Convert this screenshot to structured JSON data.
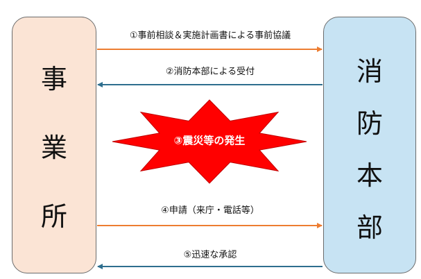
{
  "entities": {
    "office_chars": [
      "事",
      "業",
      "所"
    ],
    "fire_dept_chars": [
      "消",
      "防",
      "本",
      "部"
    ]
  },
  "steps": [
    {
      "label": "①事前相談＆実施計画書による事前協議",
      "direction": "right",
      "color": "#ed7d31"
    },
    {
      "label": "②消防本部による受付",
      "direction": "left",
      "color": "#2e6e8e"
    },
    {
      "label": "③震災等の発生",
      "color": "#ff0000"
    },
    {
      "label": "④申請（来庁・電話等）",
      "direction": "right",
      "color": "#ed7d31"
    },
    {
      "label": "⑤迅速な承認",
      "direction": "left",
      "color": "#2e6e8e"
    }
  ]
}
